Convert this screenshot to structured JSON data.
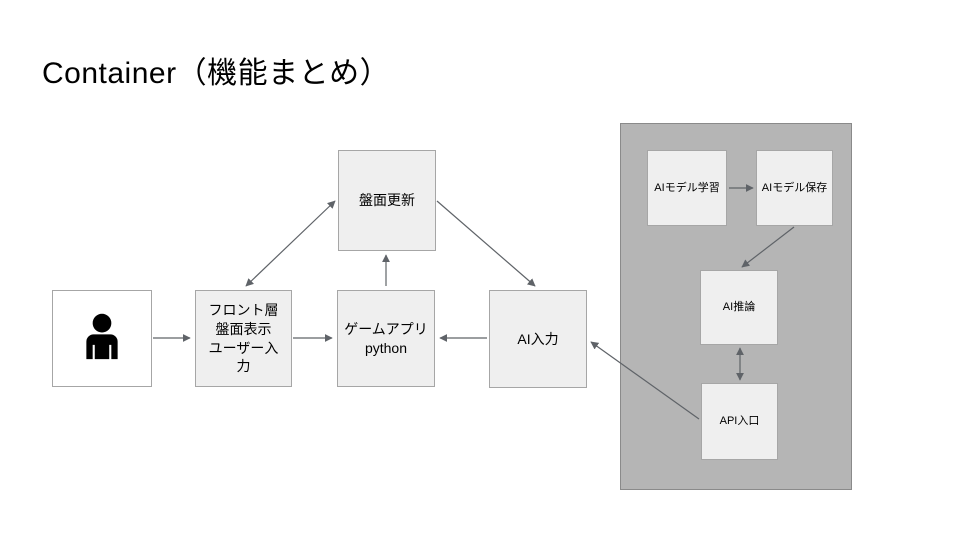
{
  "title": "Container（機能まとめ）",
  "diagram": {
    "nodes": {
      "user": {
        "icon": "person-icon"
      },
      "front": {
        "label": "フロント層\n盤面表示\nユーザー入\n力"
      },
      "game": {
        "label": "ゲームアプリ\npython"
      },
      "board": {
        "label": "盤面更新"
      },
      "ai_input": {
        "label": "AI入力"
      },
      "ml_learn": {
        "label": "AIモデル学習"
      },
      "ml_save": {
        "label": "AIモデル保存"
      },
      "ai_infer": {
        "label": "AI推論"
      },
      "api_entry": {
        "label": "API入口"
      }
    },
    "container_group": {
      "contains": [
        "ml_learn",
        "ml_save",
        "ai_infer",
        "api_entry"
      ]
    },
    "edges": [
      {
        "from": "user",
        "to": "front",
        "arrows": "end"
      },
      {
        "from": "front",
        "to": "game",
        "arrows": "end"
      },
      {
        "from": "game",
        "to": "board",
        "arrows": "end"
      },
      {
        "from": "front",
        "to": "board",
        "arrows": "both"
      },
      {
        "from": "board",
        "to": "ai_input",
        "arrows": "end"
      },
      {
        "from": "ai_input",
        "to": "game",
        "arrows": "end"
      },
      {
        "from": "ml_learn",
        "to": "ml_save",
        "arrows": "end"
      },
      {
        "from": "ml_save",
        "to": "ai_infer",
        "arrows": "end"
      },
      {
        "from": "ai_infer",
        "to": "api_entry",
        "arrows": "both"
      },
      {
        "from": "api_entry",
        "to": "ai_input",
        "arrows": "end"
      }
    ],
    "colors": {
      "background": "#ffffff",
      "title_color": "#000000",
      "node_fill": "#efefef",
      "node_border": "#a6a6a6",
      "user_fill": "#ffffff",
      "container_fill": "#b5b5b5",
      "container_border": "#8a8a8a",
      "arrow": "#5f6368"
    }
  }
}
